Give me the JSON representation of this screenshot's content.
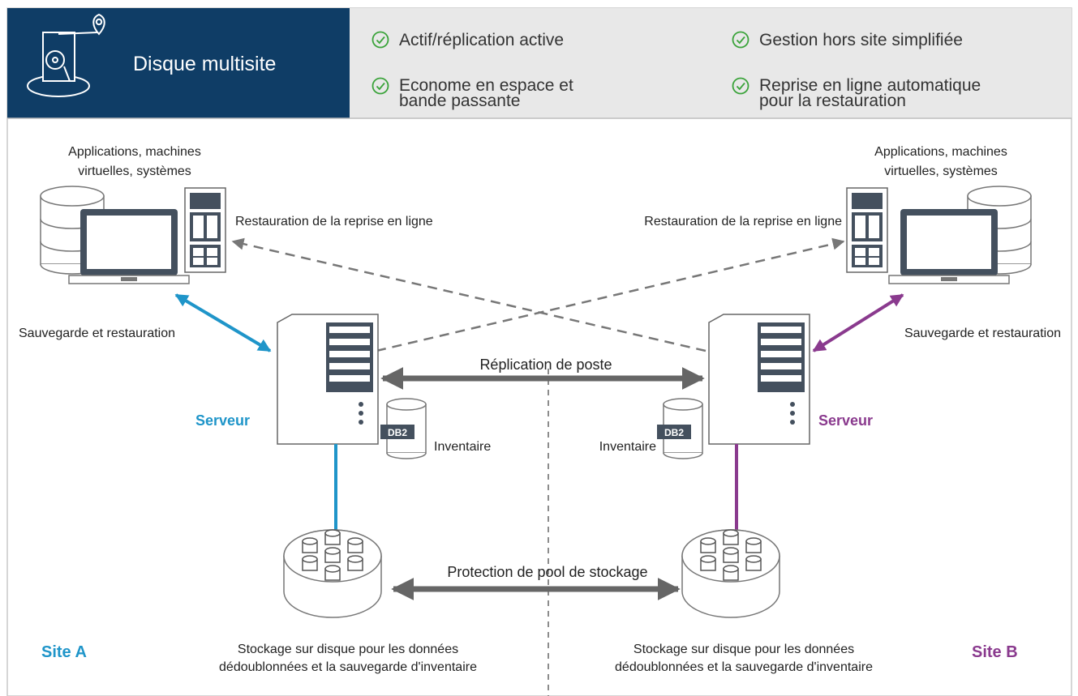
{
  "header": {
    "title": "Disque multisite",
    "features": [
      {
        "lines": [
          "Actif/réplication active"
        ]
      },
      {
        "lines": [
          "Gestion hors site simplifiée"
        ]
      },
      {
        "lines": [
          "Econome en espace et",
          "bande passante"
        ]
      },
      {
        "lines": [
          "Reprise en ligne automatique",
          "pour la restauration"
        ]
      }
    ]
  },
  "site_a": {
    "clients_label": [
      "Applications, machines",
      "virtuelles, systèmes"
    ],
    "restore_label": "Restauration de la reprise en ligne",
    "backup_label": "Sauvegarde et restauration",
    "server_label": "Serveur",
    "inventory_label": "Inventaire",
    "db_label": "DB2",
    "storage_label": [
      "Stockage sur disque pour les données",
      "dédoublonnées et la sauvegarde d'inventaire"
    ],
    "site_label": "Site A"
  },
  "site_b": {
    "clients_label": [
      "Applications, machines",
      "virtuelles, systèmes"
    ],
    "restore_label": "Restauration de la reprise en ligne",
    "backup_label": "Sauvegarde et restauration",
    "server_label": "Serveur",
    "inventory_label": "Inventaire",
    "db_label": "DB2",
    "storage_label": [
      "Stockage sur disque pour les données",
      "dédoublonnées et la sauvegarde d'inventaire"
    ],
    "site_label": "Site B"
  },
  "center": {
    "replication_label": "Réplication de poste",
    "pool_protection_label": "Protection de pool de stockage"
  },
  "colors": {
    "header_dark": "#0f3d66",
    "header_light": "#e8e8e8",
    "site_a": "#1f95c9",
    "site_b": "#8a3a8e",
    "check": "#3aa33a",
    "arrow_gray": "#666666",
    "dashed_gray": "#777777"
  },
  "icons": [
    "multisite-disk-icon",
    "check-circle-icon",
    "database-icon",
    "laptop-icon",
    "server-tower-icon",
    "storage-pool-icon"
  ]
}
